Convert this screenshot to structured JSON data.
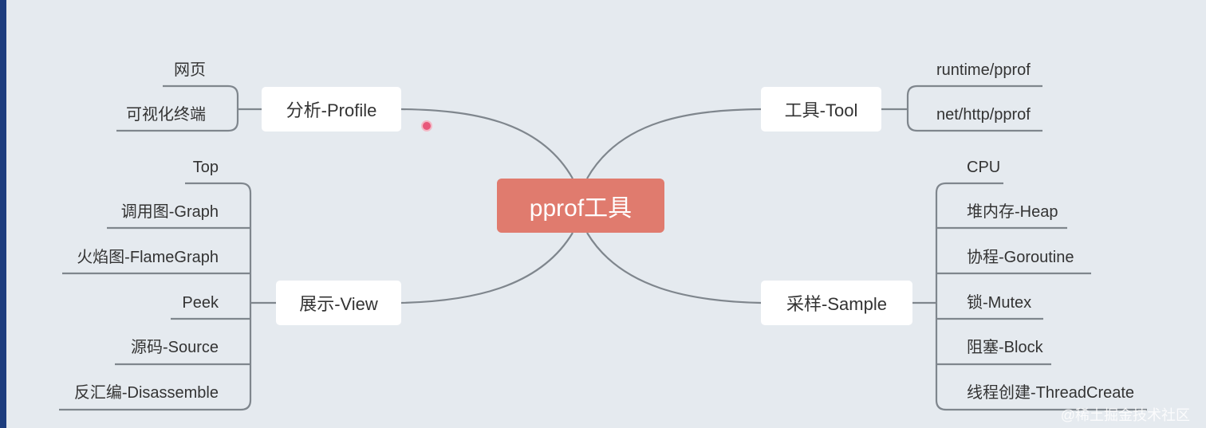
{
  "root": {
    "label": "pprof工具",
    "color": "#e07b6e"
  },
  "branches": {
    "profile": {
      "label": "分析-Profile",
      "leaves": [
        "网页",
        "可视化终端"
      ]
    },
    "view": {
      "label": "展示-View",
      "leaves": [
        "Top",
        "调用图-Graph",
        "火焰图-FlameGraph",
        "Peek",
        "源码-Source",
        "反汇编-Disassemble"
      ]
    },
    "tool": {
      "label": "工具-Tool",
      "leaves": [
        "runtime/pprof",
        "net/http/pprof"
      ]
    },
    "sample": {
      "label": "采样-Sample",
      "leaves": [
        "CPU",
        "堆内存-Heap",
        "协程-Goroutine",
        "锁-Mutex",
        "阻塞-Block",
        "线程创建-ThreadCreate"
      ]
    }
  },
  "watermark": "@稀土掘金技术社区",
  "colors": {
    "canvas": "#e5eaef",
    "line": "#7f868d",
    "frame": "#1d3d7e"
  }
}
